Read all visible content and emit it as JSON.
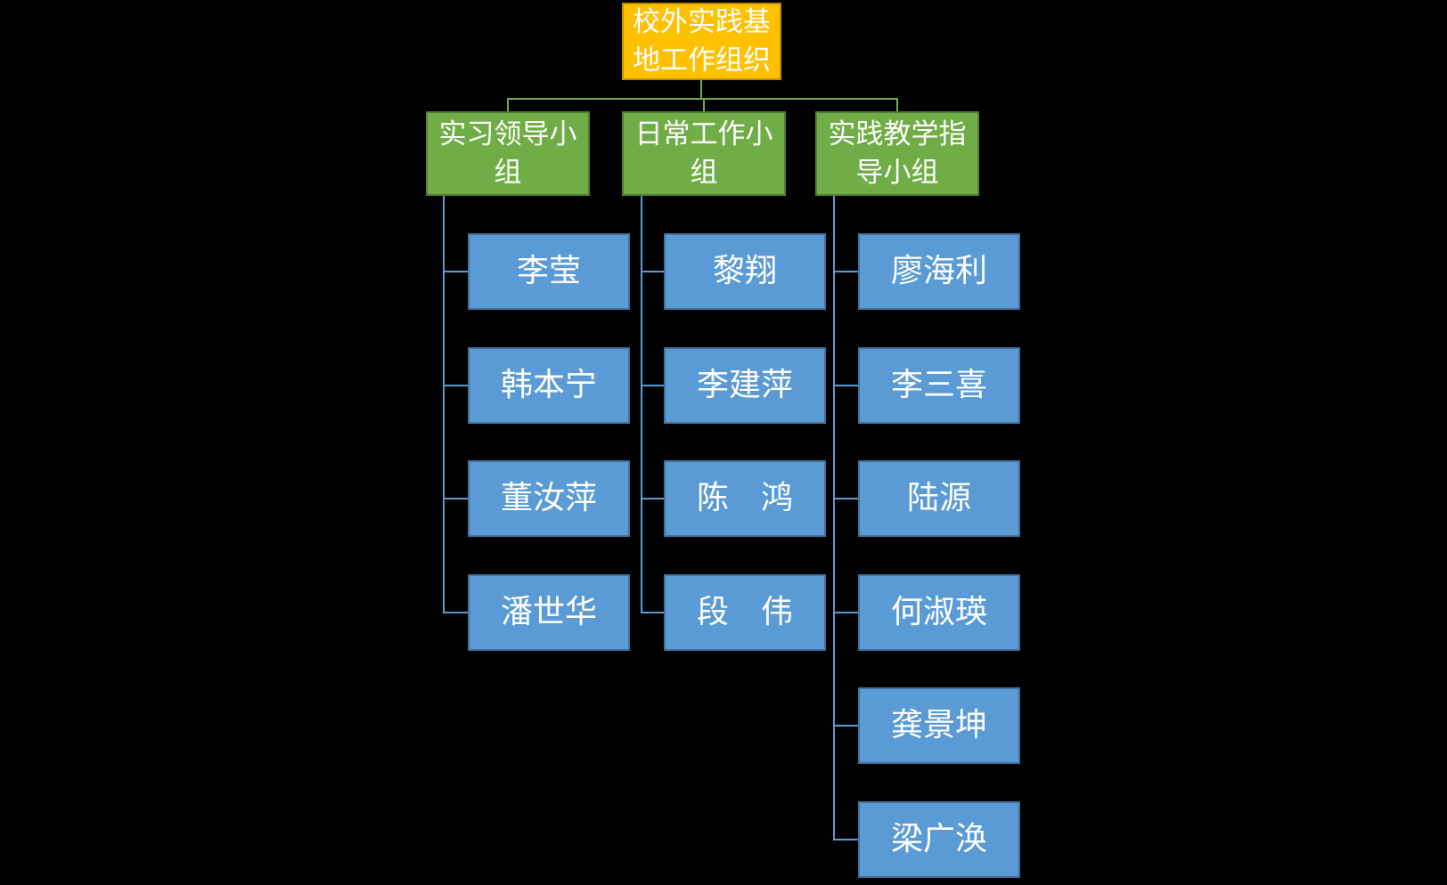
{
  "background": "#000000",
  "org_chart": {
    "root": {
      "label": "校外实践基地工作组织"
    },
    "groups": [
      {
        "label": "实习领导小组",
        "members": [
          "李莹",
          "韩本宁",
          "董汝萍",
          "潘世华"
        ]
      },
      {
        "label": "日常工作小组",
        "members": [
          "黎翔",
          "李建萍",
          "陈　鸿",
          "段　伟"
        ]
      },
      {
        "label": "实践教学指导小组",
        "members": [
          "廖海利",
          "李三喜",
          "陆源",
          "何淑瑛",
          "龚景坤",
          "梁广涣"
        ]
      }
    ]
  },
  "colors": {
    "root_fill": "#FFC000",
    "root_border": "#BF9000",
    "group_fill": "#70AD47",
    "group_border": "#507E32",
    "member_fill": "#5B9BD5",
    "member_border": "#41719C",
    "green_connector": "#70AD47",
    "blue_connector": "#5B9BD5",
    "text": "#FFFFFF",
    "background": "#000000"
  }
}
